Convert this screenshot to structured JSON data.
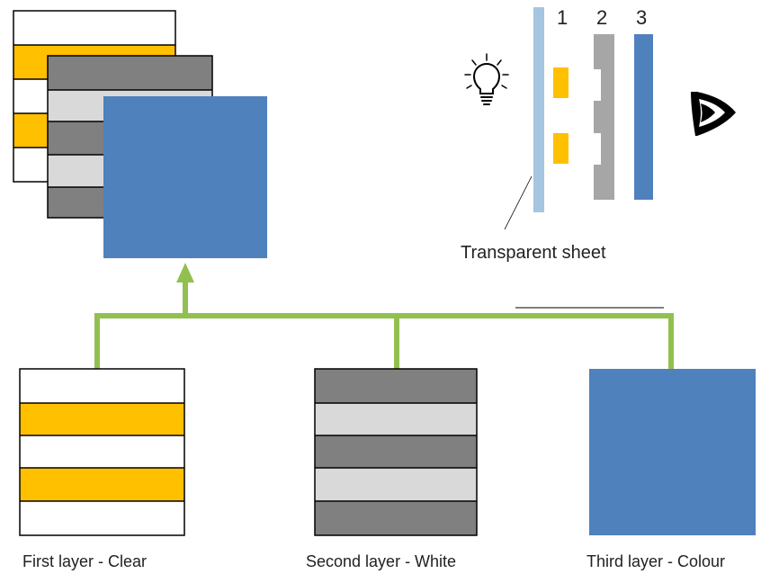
{
  "colors": {
    "yellow": "#FFC000",
    "dark_gray": "#808080",
    "light_gray": "#D9D9D9",
    "blue": "#4F81BD",
    "green_connector": "#92C050",
    "sheet_blue": "#A6C5E1",
    "layer2_profile_gray": "#A6A6A6",
    "outline": "#000000"
  },
  "cross_section": {
    "layer_numbers": [
      "1",
      "2",
      "3"
    ],
    "light_icon": "light-bulb-icon",
    "viewer_icon": "eye-icon",
    "sheet_label": "Transparent sheet"
  },
  "layers": [
    {
      "caption": "First layer - Clear",
      "stripes": [
        "white",
        "yellow",
        "white",
        "yellow",
        "white"
      ]
    },
    {
      "caption": "Second layer - White",
      "stripes": [
        "dark_gray",
        "light_gray",
        "dark_gray",
        "light_gray",
        "dark_gray"
      ]
    },
    {
      "caption": "Third layer - Colour",
      "fill": "blue"
    }
  ]
}
